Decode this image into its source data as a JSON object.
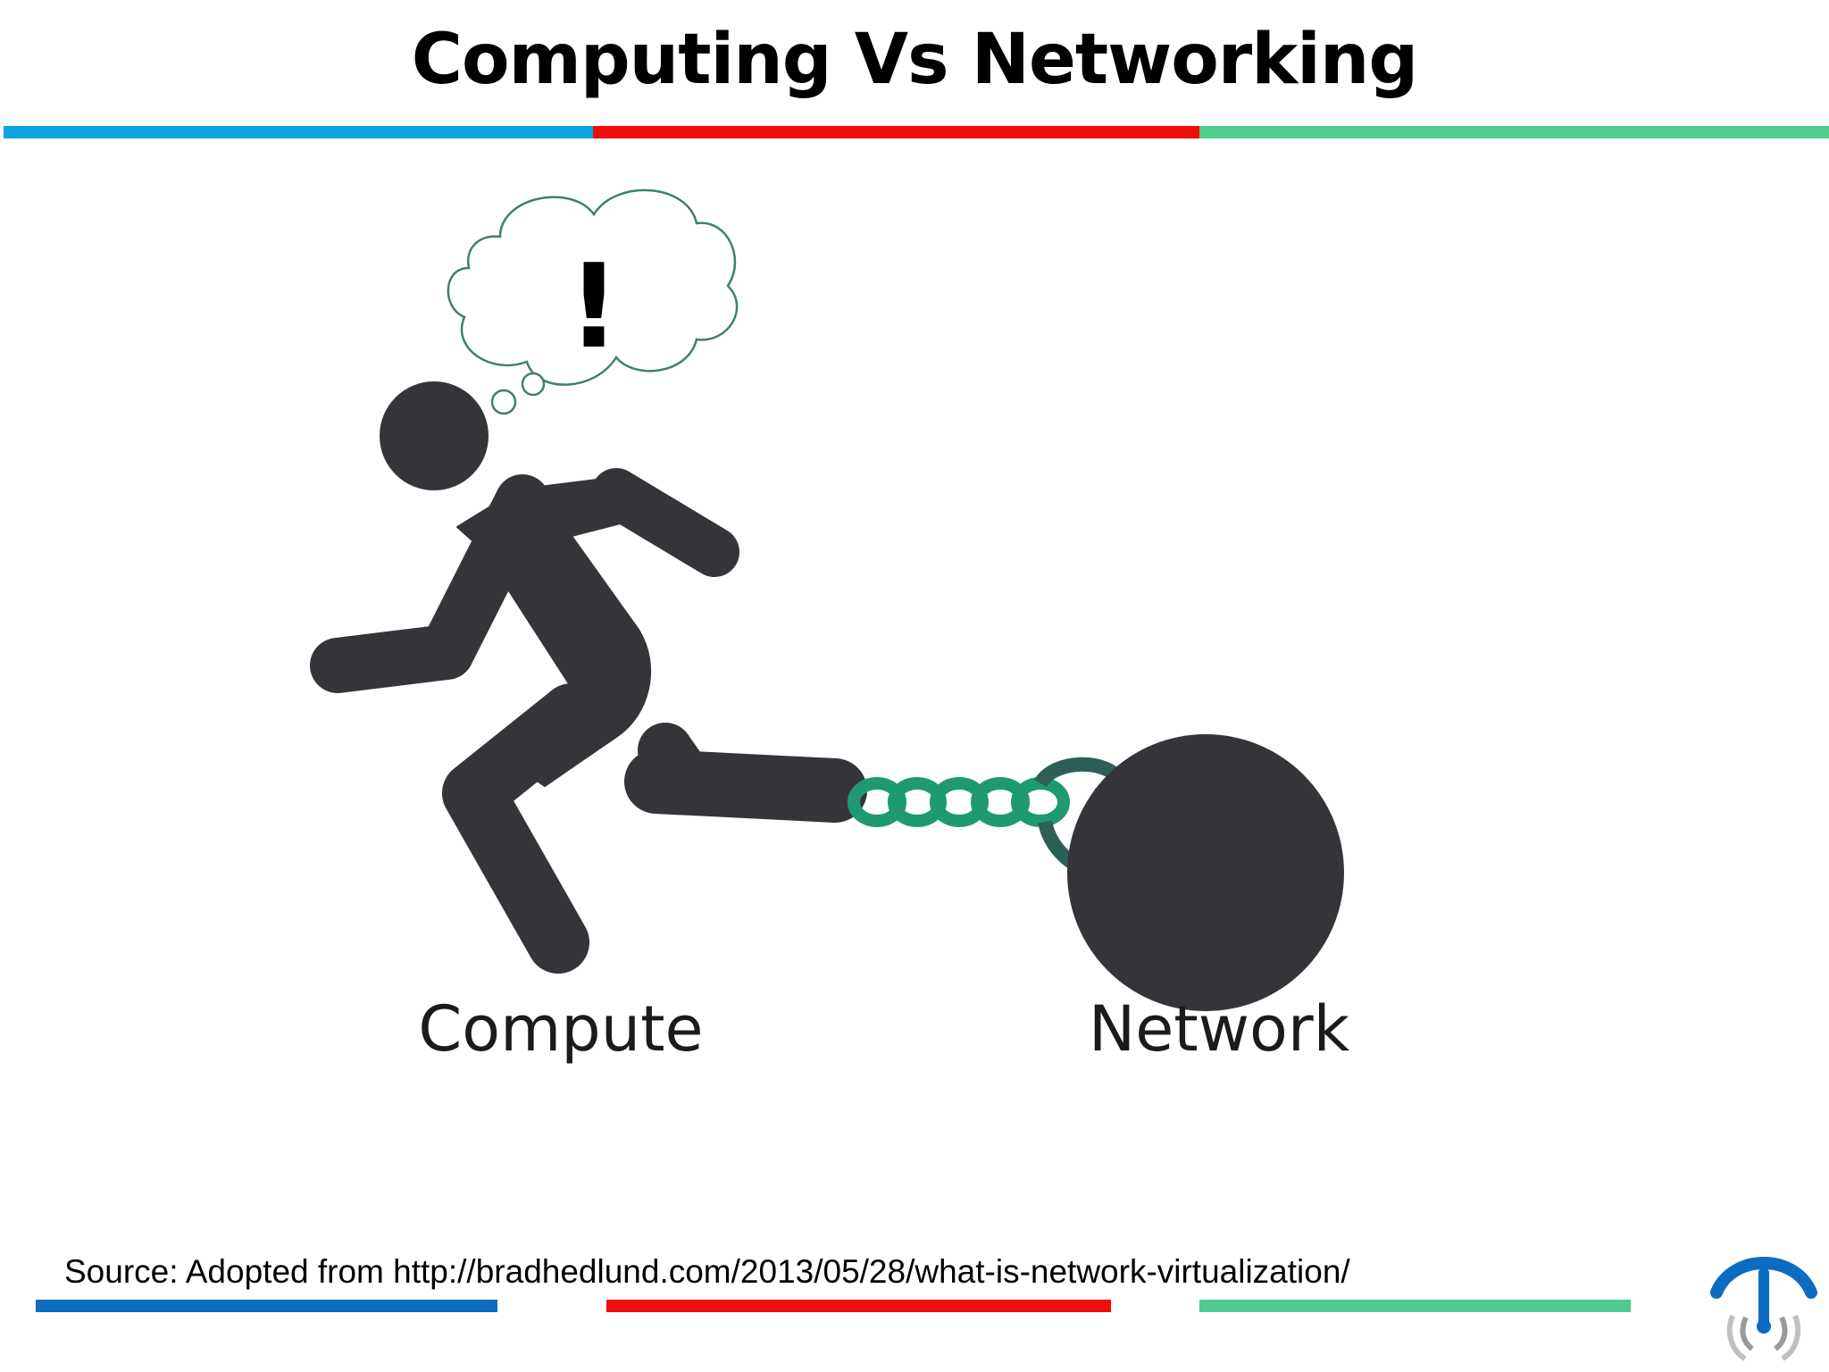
{
  "slide": {
    "title": "Computing Vs Networking",
    "source": "Source: Adopted from http://bradhedlund.com/2013/05/28/what-is-network-virtualization/"
  },
  "diagram": {
    "left_label": "Compute",
    "right_label": "Network",
    "thought_symbol": "!",
    "icons": [
      "running-person-icon",
      "thought-cloud-icon",
      "chain-icon",
      "ball-weight-icon",
      "logo-icon"
    ]
  },
  "colors": {
    "blue": "#0ea5e0",
    "red": "#f20d0d",
    "green": "#4ecb8f",
    "dark_blue": "#0b6cc0",
    "figure": "#363438",
    "chain": "#1e9a73",
    "cloud_outline": "#3f7f72"
  }
}
